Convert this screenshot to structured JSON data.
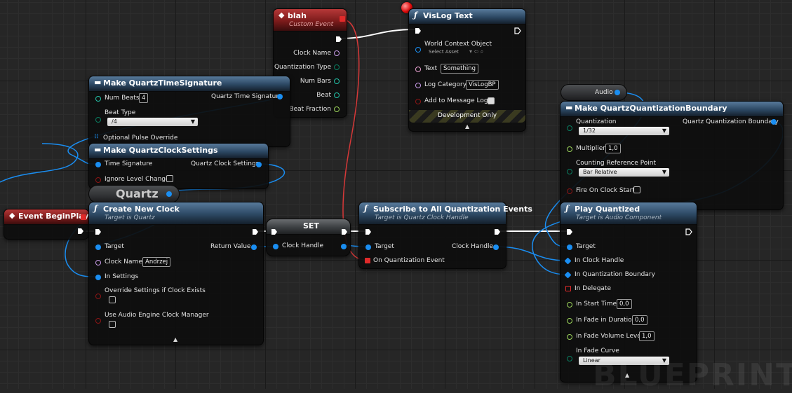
{
  "colors": {
    "struct": "#1a8ef2",
    "object": "#1a8ef2",
    "enum": "#0a7d60",
    "name": "#c89be8",
    "float": "#9bd35a",
    "int": "#23c2a8",
    "bool": "#8a1515",
    "string": "#e8a0d0",
    "delegate": "#e02a2a",
    "exec": "#ffffff",
    "wire_exec": "#ffffff",
    "wire_obj": "#1a8ef2",
    "wire_delegate": "#d63838"
  },
  "nodes": {
    "blah": {
      "title": "blah",
      "subtitle": "Custom Event",
      "pins": [
        "Clock Name",
        "Quantization Type",
        "Num Bars",
        "Beat",
        "Beat Fraction"
      ]
    },
    "vislog": {
      "title": "VisLog Text",
      "world_context": "World Context Object",
      "select_asset": "Select Asset",
      "text_label": "Text",
      "text_value": "Something",
      "category_label": "Log Category",
      "category_value": "VisLogBP",
      "add_label": "Add to Message Log",
      "dev_only": "Development Only"
    },
    "time_sig": {
      "title": "Make QuartzTimeSignature",
      "num_beats_label": "Num Beats",
      "num_beats_value": "4",
      "output": "Quartz Time Signature",
      "beat_type_label": "Beat Type",
      "beat_type_value": "/4",
      "optional": "Optional Pulse Override"
    },
    "clock_settings": {
      "title": "Make QuartzClockSettings",
      "time_sig": "Time Signature",
      "output": "Quartz Clock Settings",
      "ignore": "Ignore Level Change"
    },
    "quartz_var": {
      "label": "Quartz"
    },
    "begin_play": {
      "title": "Event BeginPlay"
    },
    "create_clock": {
      "title": "Create New Clock",
      "subtitle": "Target is Quartz",
      "target": "Target",
      "return": "Return Value",
      "clock_name_label": "Clock Name",
      "clock_name_value": "Andrzej",
      "in_settings": "In Settings",
      "override": "Override Settings if Clock Exists",
      "use_audio": "Use Audio Engine Clock Manager"
    },
    "set_node": {
      "title": "SET",
      "clock_handle": "Clock Handle"
    },
    "subscribe": {
      "title": "Subscribe to All Quantization Events",
      "subtitle": "Target is Quartz Clock Handle",
      "target": "Target",
      "clock_handle": "Clock Handle",
      "on_event": "On Quantization Event"
    },
    "audio_var": {
      "label": "Audio"
    },
    "make_boundary": {
      "title": "Make QuartzQuantizationBoundary",
      "quant_label": "Quantization",
      "quant_value": "1/32",
      "output": "Quartz Quantization Boundary",
      "multiplier_label": "Multiplier",
      "multiplier_value": "1,0",
      "counting_label": "Counting Reference Point",
      "counting_value": "Bar Relative",
      "fire_label": "Fire On Clock Start"
    },
    "play_quantized": {
      "title": "Play Quantized",
      "subtitle": "Target is Audio Component",
      "target": "Target",
      "in_clock": "In Clock Handle",
      "in_boundary": "In Quantization Boundary",
      "in_delegate": "In Delegate",
      "start_time_label": "In Start Time",
      "start_time_value": "0,0",
      "fade_dur_label": "In Fade in Duration",
      "fade_dur_value": "0,0",
      "fade_vol_label": "In Fade Volume Level",
      "fade_vol_value": "1,0",
      "fade_curve_label": "In Fade Curve",
      "fade_curve_value": "Linear"
    }
  },
  "watermark": "BLUEPRINT"
}
